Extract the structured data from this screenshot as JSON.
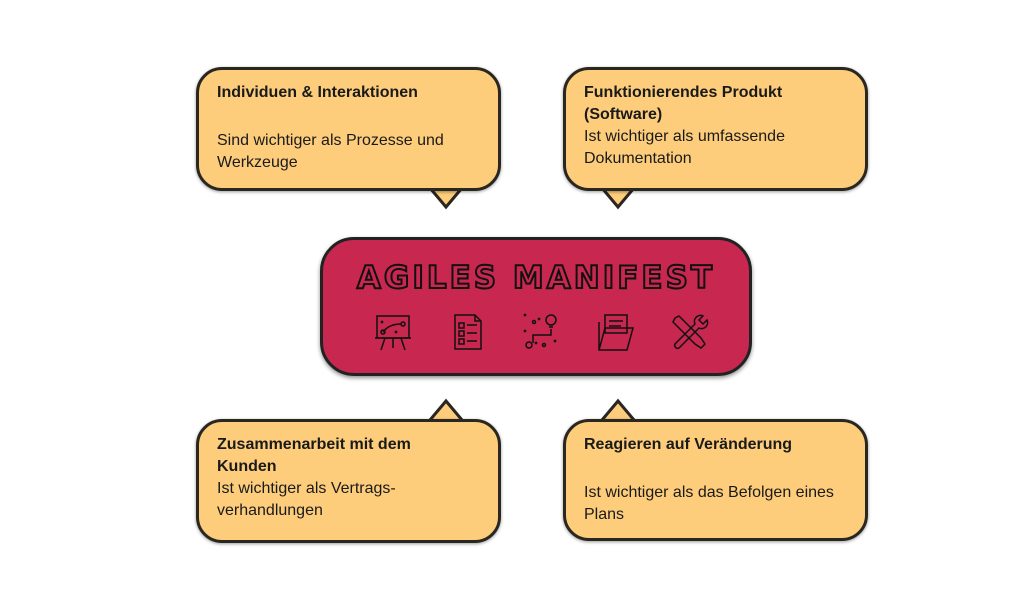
{
  "center": {
    "title": "AGILES MANIFEST",
    "icons": [
      "strategy-board-icon",
      "checklist-document-icon",
      "idea-roadmap-icon",
      "folder-documents-icon",
      "tools-icon"
    ]
  },
  "bubbles": [
    {
      "title": "Individuen & Interaktionen",
      "text": "Sind wichtiger als Prozesse und Werkzeuge"
    },
    {
      "title": "Funktionierendes Produkt (Software)",
      "text": "Ist wichtiger als umfassende Dokumentation"
    },
    {
      "title": "Zusammenarbeit mit dem Kunden",
      "text": "Ist wichtiger als Vertrags-verhandlungen"
    },
    {
      "title": "Reagieren auf Veränderung",
      "text": "Ist wichtiger als das Befolgen eines Plans"
    }
  ],
  "colors": {
    "bubble": "#fdcd7b",
    "center": "#c8274f",
    "outline": "#2a2620"
  }
}
